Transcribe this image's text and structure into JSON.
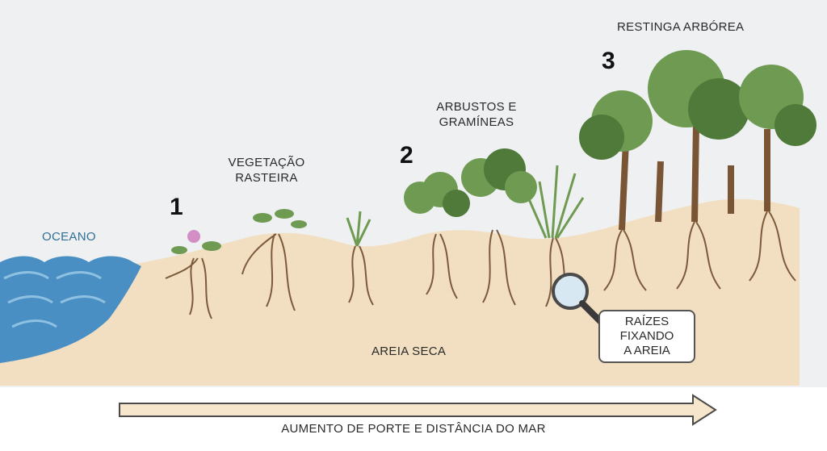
{
  "labels": {
    "ocean": "OCEANO",
    "zone1": [
      "VEGETAÇÃO",
      "RASTEIRA"
    ],
    "zone2": [
      "ARBUSTOS E",
      "GRAMÍNEAS"
    ],
    "zone3": "RESTINGA ARBÓREA",
    "sand": "AREIA SECA",
    "arrow": "AUMENTO DE PORTE E DISTÂNCIA DO MAR"
  },
  "numbers": {
    "n1": "1",
    "n2": "2",
    "n3": "3"
  },
  "callout": {
    "lines": [
      "RAÍZES",
      "FIXANDO",
      "A AREIA"
    ]
  },
  "colors": {
    "sky": "#eef0f1",
    "sand": "#f2dfc1",
    "sand_shadow": "#e8d2ae",
    "ocean": "#4a8fc4",
    "ocean_light": "#8ec0e2",
    "foliage": "#6e9a52",
    "foliage_dark": "#4f7a3a",
    "trunk": "#7a5535",
    "root": "#7d5a3c",
    "arrow_fill": "#f5e6cc"
  }
}
